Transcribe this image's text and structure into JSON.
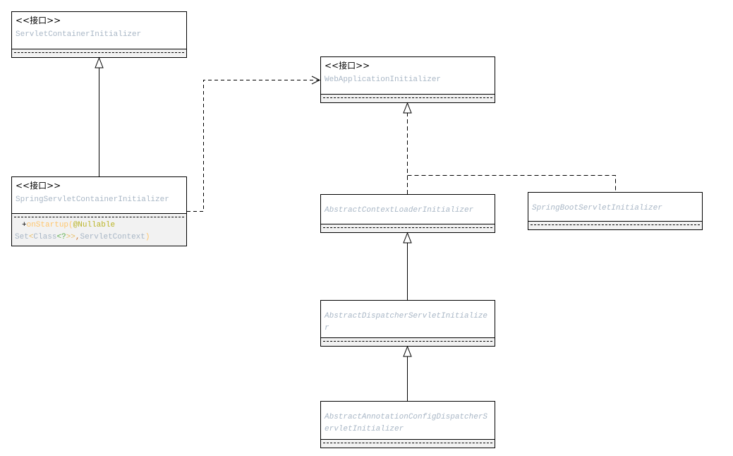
{
  "colors": {
    "class_name": "#a9b7c6",
    "method_name": "#ffc66d",
    "annotation": "#bbb529",
    "generic": "#5fae4e",
    "line": "#000000"
  },
  "classes": {
    "servlet_container_initializer": {
      "stereotype": "<<接口>>",
      "name": "ServletContainerInitializer"
    },
    "spring_servlet_container_initializer": {
      "stereotype": "<<接口>>",
      "name": "SpringServletContainerInitializer",
      "method": {
        "visibility": "+",
        "name": "onStartup",
        "paren_open": "(",
        "annotation": "@Nullable",
        "p1a": "Set",
        "lt1": "<",
        "p1b": "Class",
        "lt2": "<",
        "p1c": "?",
        "gt": ">>",
        "comma": ",",
        "p2": "ServletContext",
        "paren_close": ")"
      }
    },
    "web_application_initializer": {
      "stereotype": "<<接口>>",
      "name": "WebApplicationInitializer"
    },
    "abstract_context_loader_initializer": {
      "name": "AbstractContextLoaderInitializer"
    },
    "spring_boot_servlet_initializer": {
      "name": "SpringBootServletInitializer"
    },
    "abstract_dispatcher_servlet_initializer": {
      "name": "AbstractDispatcherServletInitializer"
    },
    "abstract_annotation_config_dispatcher_servlet_initializer": {
      "name": "AbstractAnnotationConfigDispatcherServletInitializer"
    }
  },
  "relations": [
    {
      "from": "SpringServletContainerInitializer",
      "to": "ServletContainerInitializer",
      "type": "generalization"
    },
    {
      "from": "SpringServletContainerInitializer",
      "to": "WebApplicationInitializer",
      "type": "dependency"
    },
    {
      "from": "AbstractContextLoaderInitializer",
      "to": "WebApplicationInitializer",
      "type": "realization"
    },
    {
      "from": "SpringBootServletInitializer",
      "to": "WebApplicationInitializer",
      "type": "realization"
    },
    {
      "from": "AbstractDispatcherServletInitializer",
      "to": "AbstractContextLoaderInitializer",
      "type": "generalization"
    },
    {
      "from": "AbstractAnnotationConfigDispatcherServletInitializer",
      "to": "AbstractDispatcherServletInitializer",
      "type": "generalization"
    }
  ]
}
